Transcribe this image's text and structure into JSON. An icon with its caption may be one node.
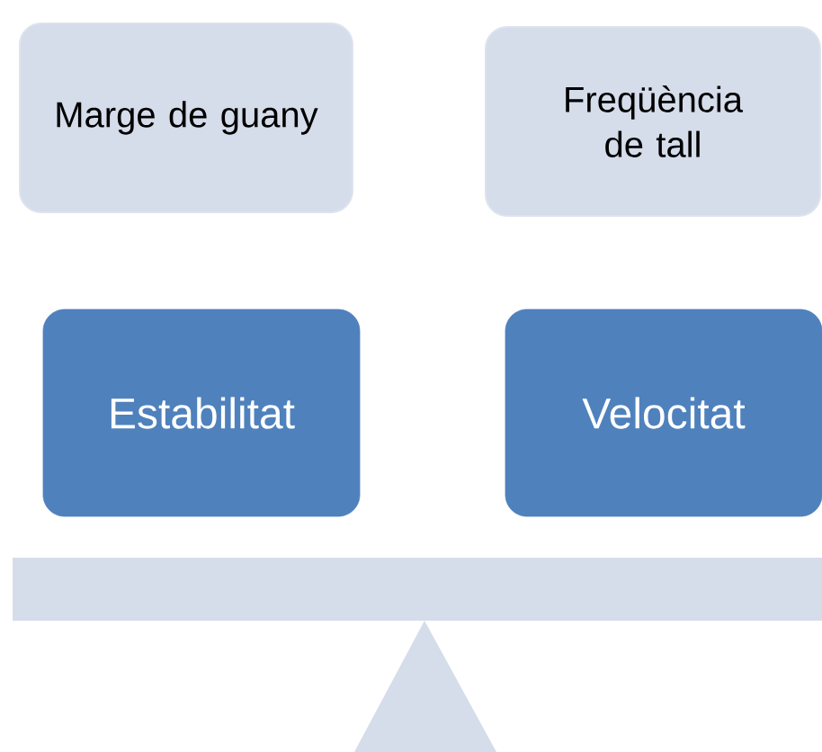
{
  "diagram": {
    "nodes": [
      {
        "text": [
          "Marge de guany"
        ]
      },
      {
        "text": [
          "Freqüència de tall"
        ]
      },
      {
        "text": [
          "Estabilitat"
        ]
      },
      {
        "text": [
          "Velocitat"
        ]
      }
    ]
  }
}
